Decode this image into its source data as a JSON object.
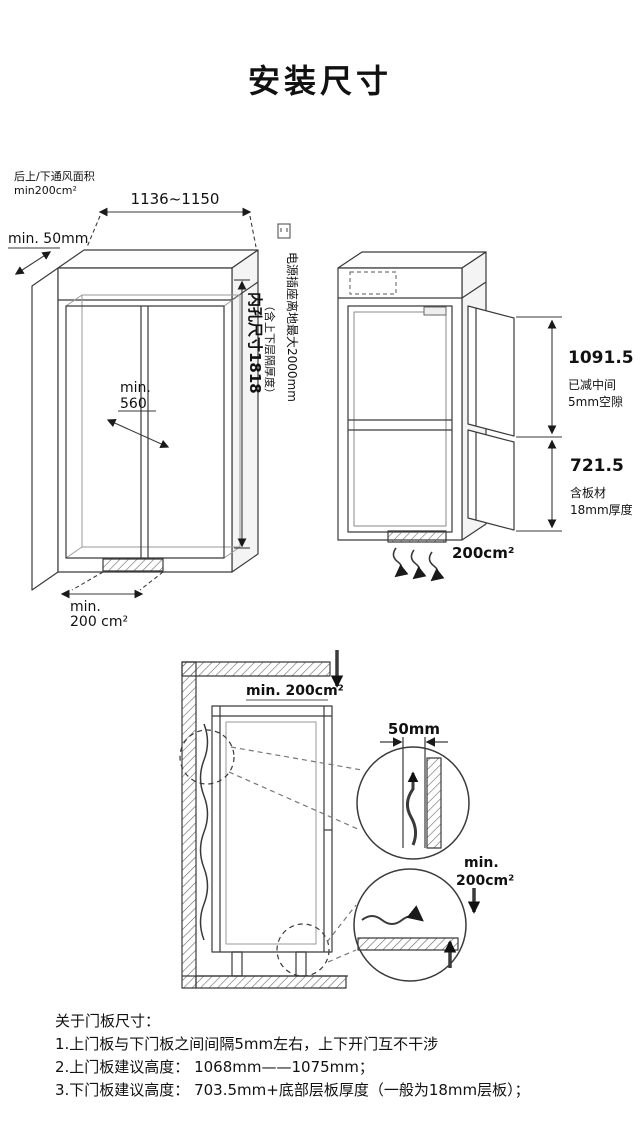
{
  "page": {
    "title": "安装尺寸"
  },
  "niche": {
    "vent_area_line1": "后上/下通风面积",
    "vent_area_line2": "min200cm²",
    "width_range": "1136~1150",
    "side_gap": "min. 50mm",
    "depth_min_1": "min.",
    "depth_min_2": "560",
    "inner_height": "内孔尺寸1818",
    "inner_height_note": "（含上下层隔厚度）",
    "socket_height": "电源插座离地最大2000mm",
    "bottom_vent_1": "min.",
    "bottom_vent_2": "200 cm²"
  },
  "fridge": {
    "upper_door_height": "1091.5",
    "upper_door_note_1": "已减中间",
    "upper_door_note_2": "5mm空隙",
    "lower_door_height": "721.5",
    "lower_door_note_1": "含板材",
    "lower_door_note_2": "18mm厚度",
    "bottom_vent": "200cm²"
  },
  "section": {
    "top_vent": "min. 200cm²",
    "gap_detail": "50mm",
    "bottom_vent_1": "min.",
    "bottom_vent_2": "200cm²"
  },
  "notes": {
    "heading": "关于门板尺寸：",
    "item1": "1.上门板与下门板之间间隔5mm左右，上下开门互不干涉",
    "item2": "2.上门板建议高度： 1068mm——1075mm；",
    "item3": "3.下门板建议高度： 703.5mm+底部层板厚度（一般为18mm层板）；"
  }
}
